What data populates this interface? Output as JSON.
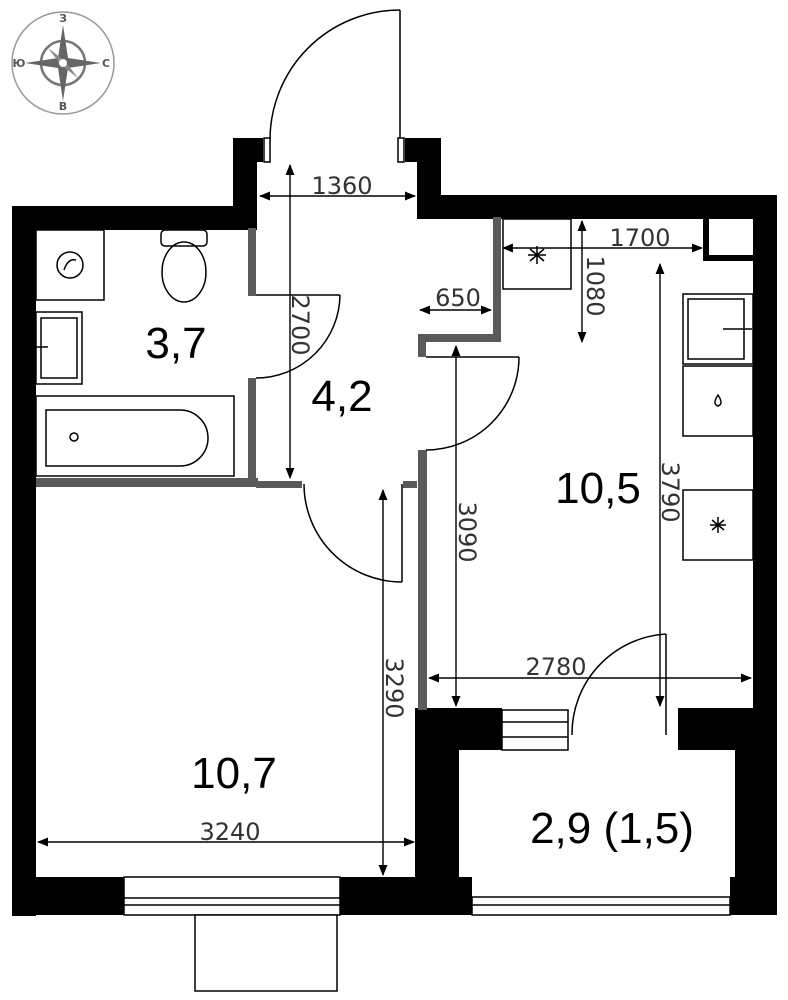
{
  "compass": {
    "top": "З",
    "left": "Ю",
    "right": "С",
    "bottom": "В"
  },
  "rooms": {
    "bathroom": "3,7",
    "hallway": "4,2",
    "kitchen": "10,5",
    "living": "10,7",
    "balcony": "2,9 (1,5)"
  },
  "dimensions": {
    "hall_width": "1360",
    "hall_depth": "2700",
    "niche": "650",
    "kitchen_top": "1700",
    "kitchen_vent": "1080",
    "kitchen_right": "3790",
    "kitchen_left": "3090",
    "kitchen_width": "2780",
    "living_height": "3290",
    "living_width": "3240"
  },
  "colors": {
    "wall": "#000000",
    "partition": "#5a5a5a",
    "line": "#000000",
    "compass": "#777777"
  }
}
